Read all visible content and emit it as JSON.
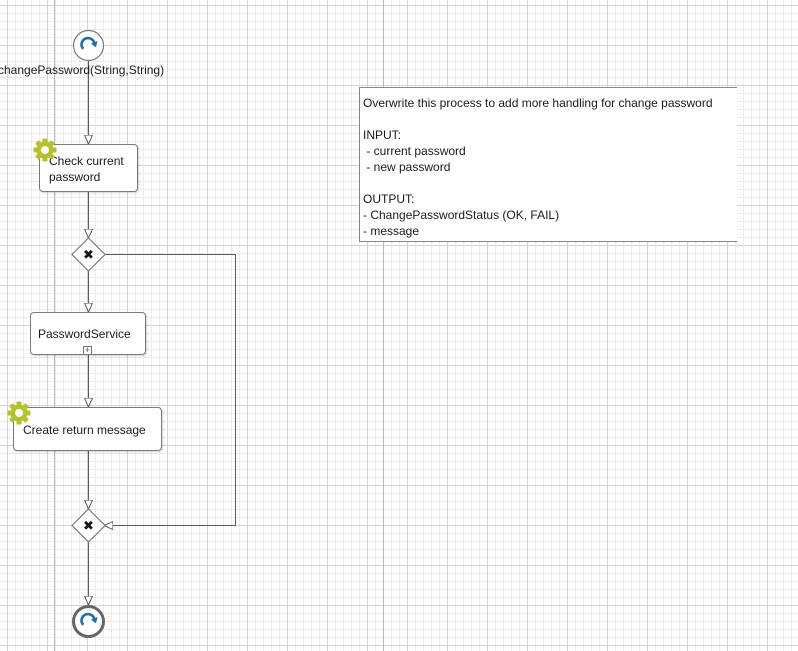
{
  "process": {
    "start_event": {
      "label": "changePassword(String,String)",
      "icon": "start-signal-icon"
    },
    "end_event": {
      "icon": "end-signal-icon"
    },
    "tasks": {
      "check_password": {
        "label_lines": [
          "Check current",
          "password"
        ],
        "icon": "gear-icon"
      },
      "password_service": {
        "label": "PasswordService",
        "marker": "+"
      },
      "create_message": {
        "label": "Create return message",
        "icon": "gear-icon"
      }
    },
    "gateways": {
      "split": {
        "symbol": "✖"
      },
      "join": {
        "symbol": "✖"
      }
    }
  },
  "annotation": {
    "lines": [
      "Overwrite this process to add more handling for change password",
      "",
      "INPUT:",
      " - current password",
      " - new password",
      "",
      "OUTPUT:",
      "- ChangePasswordStatus (OK, FAIL)",
      "- message"
    ]
  },
  "colors": {
    "gear": "#b5c22a",
    "event_icon": "#1f6fb5",
    "edge": "#5a5a5a"
  }
}
